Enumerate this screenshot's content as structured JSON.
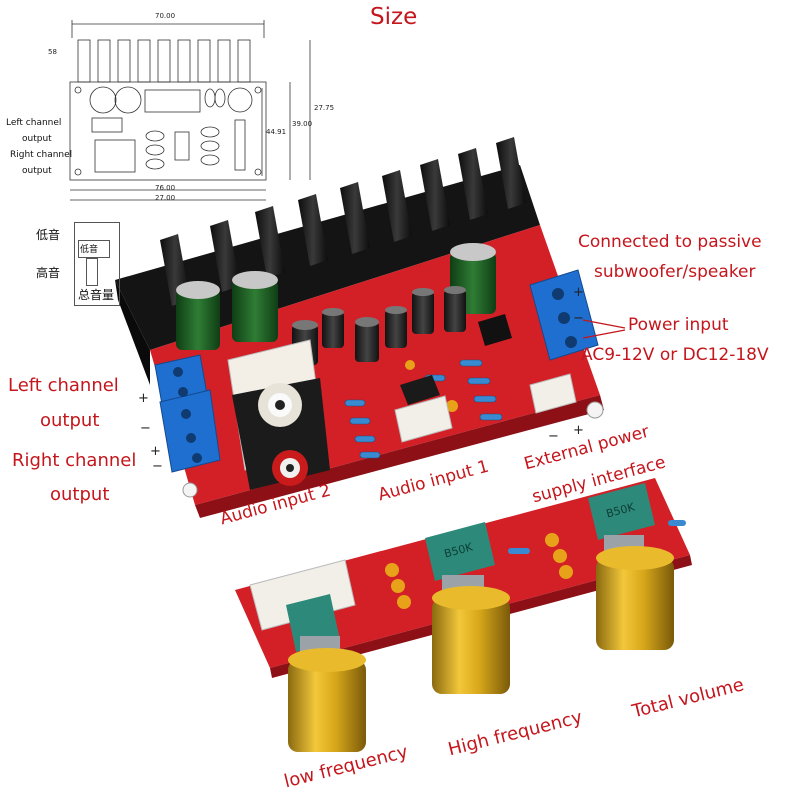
{
  "title": "Size",
  "drawing": {
    "dims": {
      "top_width": "70.00",
      "left_h": "58",
      "right_h1": "27.75",
      "right_h2": "39.00",
      "inner_h": "44.91",
      "bottom_w1": "76.00",
      "bottom_w2": "27.00"
    },
    "left_channel": [
      "Left channel",
      "output"
    ],
    "right_channel": [
      "Right channel",
      "output"
    ]
  },
  "panel": {
    "bass": "低音",
    "bass_box": "低音",
    "treble": "高音",
    "volume": "总音量"
  },
  "callouts": {
    "passive": [
      "Connected to passive",
      "subwoofer/speaker"
    ],
    "power": [
      "Power input",
      "AC9-12V or DC12-18V"
    ],
    "left_out": [
      "Left channel",
      "output"
    ],
    "right_out": [
      "Right channel",
      "output"
    ],
    "audio_in_2": "Audio input 2",
    "audio_in_1": "Audio input 1",
    "external_power": [
      "External power",
      "supply interface"
    ],
    "low_freq": "low frequency",
    "high_freq": "High frequency",
    "total_volume": "Total volume"
  },
  "pot_marking": "B50K",
  "colors": {
    "label_red": "#c4161c",
    "pcb_red": "#d31f26",
    "heatsink": "#1c1c1c",
    "terminal_blue": "#1f6fd1",
    "knob_gold": "#d4a517"
  }
}
